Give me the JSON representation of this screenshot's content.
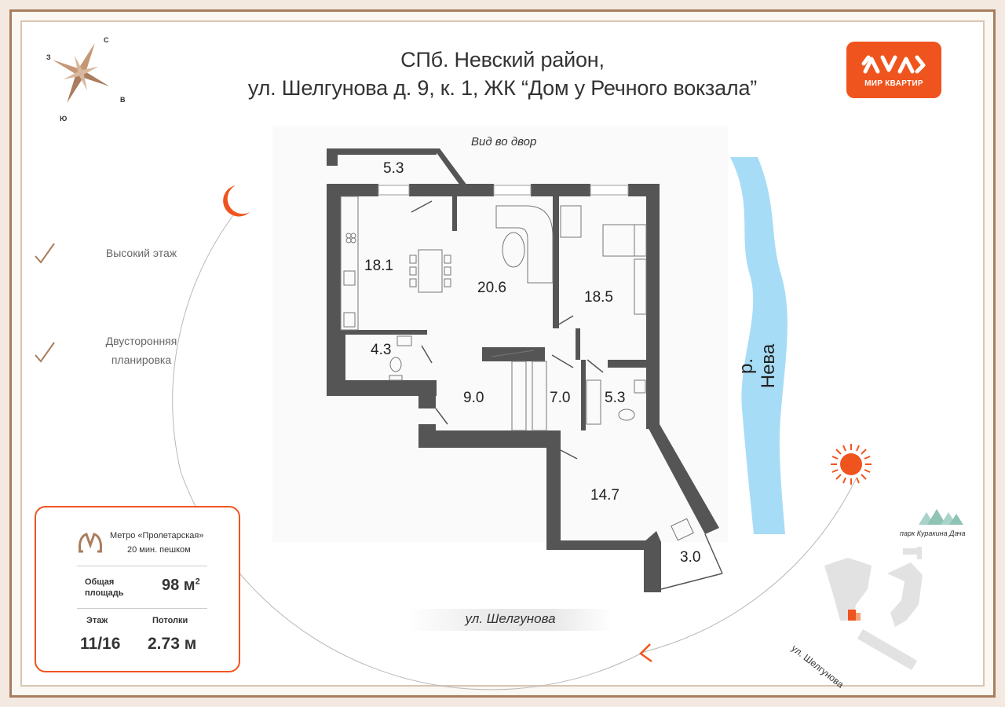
{
  "title": {
    "line1": "СПб. Невский район,",
    "line2": "ул. Шелгунова д. 9, к. 1,  ЖК “Дом у Речного вокзала”"
  },
  "logo": {
    "text": "МИР КВАРТИР",
    "color": "#f0541e"
  },
  "compass": {
    "north": "С",
    "east": "В",
    "south": "Ю",
    "west": "З"
  },
  "features": [
    {
      "icon": "checkmark-icon",
      "text_line1": "Высокий этаж",
      "text_line2": ""
    },
    {
      "icon": "checkmark-icon",
      "text_line1": "Двусторонняя",
      "text_line2": "планировка"
    }
  ],
  "plan": {
    "view_label": "Вид во двор",
    "rooms": [
      {
        "id": "balcony",
        "area": "5.3"
      },
      {
        "id": "kitchen",
        "area": "18.1"
      },
      {
        "id": "living",
        "area": "20.6"
      },
      {
        "id": "bedroom",
        "area": "18.5"
      },
      {
        "id": "wc",
        "area": "4.3"
      },
      {
        "id": "hall",
        "area": "9.0"
      },
      {
        "id": "wardrobe",
        "area": "7.0"
      },
      {
        "id": "bathroom",
        "area": "5.3"
      },
      {
        "id": "room2",
        "area": "14.7"
      },
      {
        "id": "loggia",
        "area": "3.0"
      }
    ],
    "river_label": "р. Нева",
    "street_label": "ул. Шелгунова"
  },
  "map": {
    "park_label": "парк Куракина Дача",
    "street_label": "ул. Шелгунова"
  },
  "info_card": {
    "metro_name": "Метро «Пролетарская»",
    "metro_walk": "20 мин. пешком",
    "area_label_line1": "Общая",
    "area_label_line2": "площадь",
    "area_value": "98 м",
    "area_unit_sup": "2",
    "floor_label": "Этаж",
    "floor_value": "11/16",
    "ceiling_label": "Потолки",
    "ceiling_value": "2.73 м"
  },
  "colors": {
    "accent": "#f0541e",
    "wall": "#555555",
    "river": "#a7dcf6",
    "frame_brown": "#a97d5d"
  }
}
